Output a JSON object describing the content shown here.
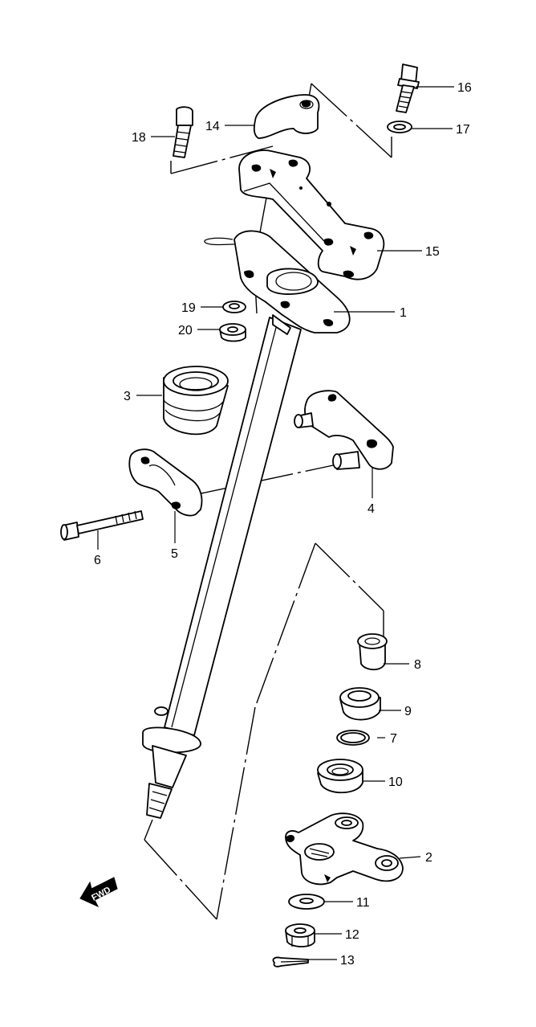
{
  "callouts": {
    "c1": "1",
    "c2": "2",
    "c3": "3",
    "c4": "4",
    "c5": "5",
    "c6": "6",
    "c7": "7",
    "c8": "8",
    "c9": "9",
    "c10": "10",
    "c11": "11",
    "c12": "12",
    "c13": "13",
    "c14": "14",
    "c15": "15",
    "c16": "16",
    "c17": "17",
    "c18": "18",
    "c19": "19",
    "c20": "20"
  },
  "fwd_arrow": {
    "label": "FWD"
  },
  "colors": {
    "line": "#000000",
    "background": "#ffffff"
  }
}
